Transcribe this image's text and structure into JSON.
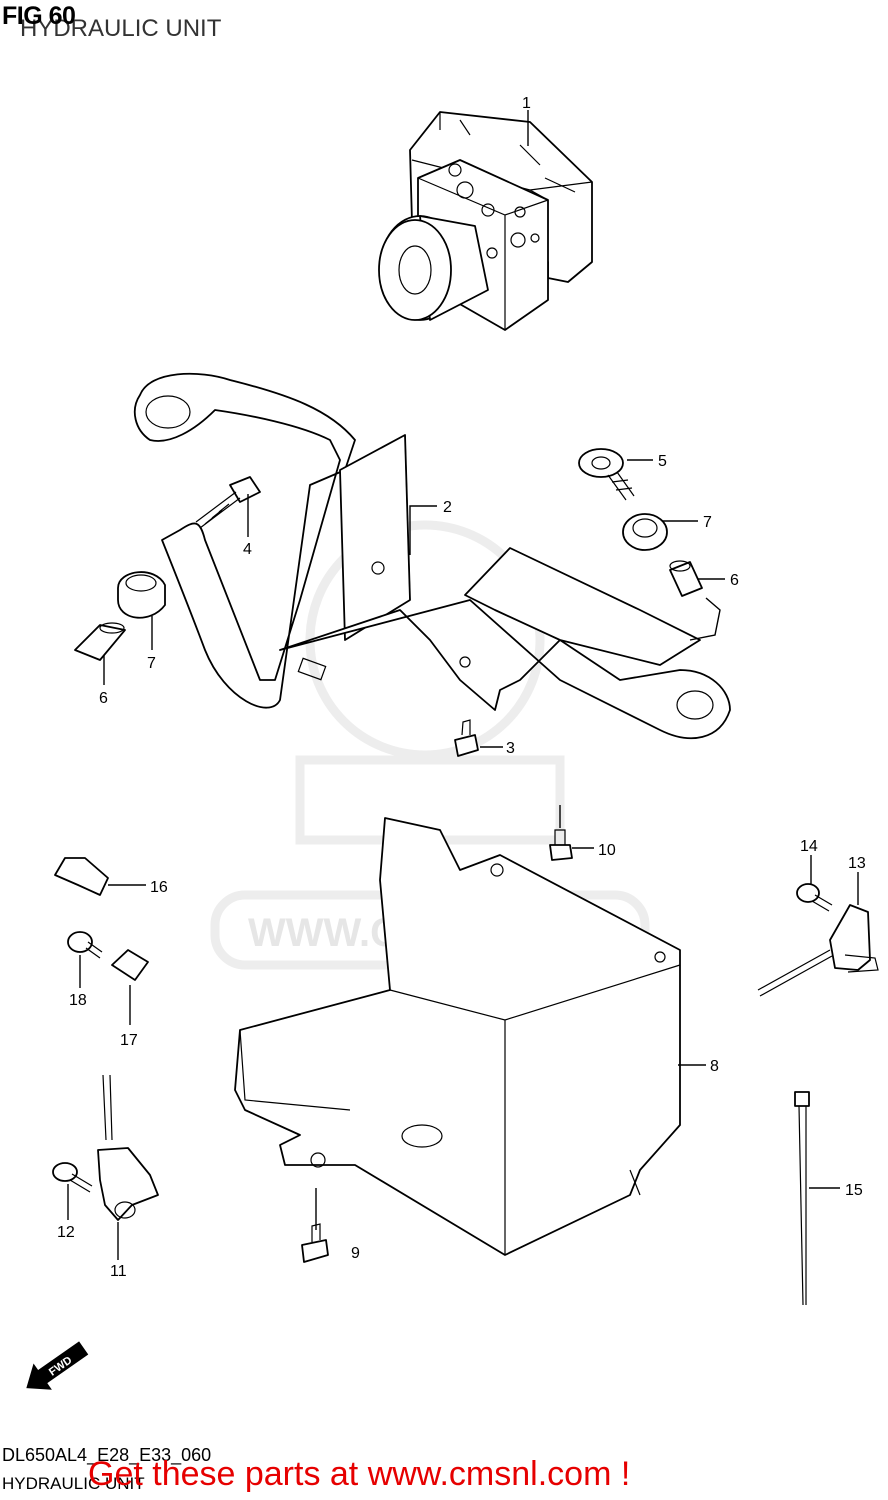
{
  "figure": {
    "number": "FIG 60",
    "title": "HYDRAULIC UNIT"
  },
  "watermark": {
    "text": "WWW.CMSNL.COM"
  },
  "forward_arrow": {
    "label": "FWD"
  },
  "callouts": [
    {
      "id": "1",
      "label": "1"
    },
    {
      "id": "2",
      "label": "2"
    },
    {
      "id": "3",
      "label": "3"
    },
    {
      "id": "4",
      "label": "4"
    },
    {
      "id": "5",
      "label": "5"
    },
    {
      "id": "6a",
      "label": "6"
    },
    {
      "id": "6b",
      "label": "6"
    },
    {
      "id": "7a",
      "label": "7"
    },
    {
      "id": "7b",
      "label": "7"
    },
    {
      "id": "8",
      "label": "8"
    },
    {
      "id": "9",
      "label": "9"
    },
    {
      "id": "10",
      "label": "10"
    },
    {
      "id": "11",
      "label": "11"
    },
    {
      "id": "12",
      "label": "12"
    },
    {
      "id": "13",
      "label": "13"
    },
    {
      "id": "14",
      "label": "14"
    },
    {
      "id": "15",
      "label": "15"
    },
    {
      "id": "16",
      "label": "16"
    },
    {
      "id": "17",
      "label": "17"
    },
    {
      "id": "18",
      "label": "18"
    }
  ],
  "footer": {
    "diagram_code": "DL650AL4_E28_E33_060",
    "title": "HYDRAULIC UNIT",
    "promo": "Get these parts at www.cmsnl.com !",
    "promo_color": "#e60000"
  }
}
